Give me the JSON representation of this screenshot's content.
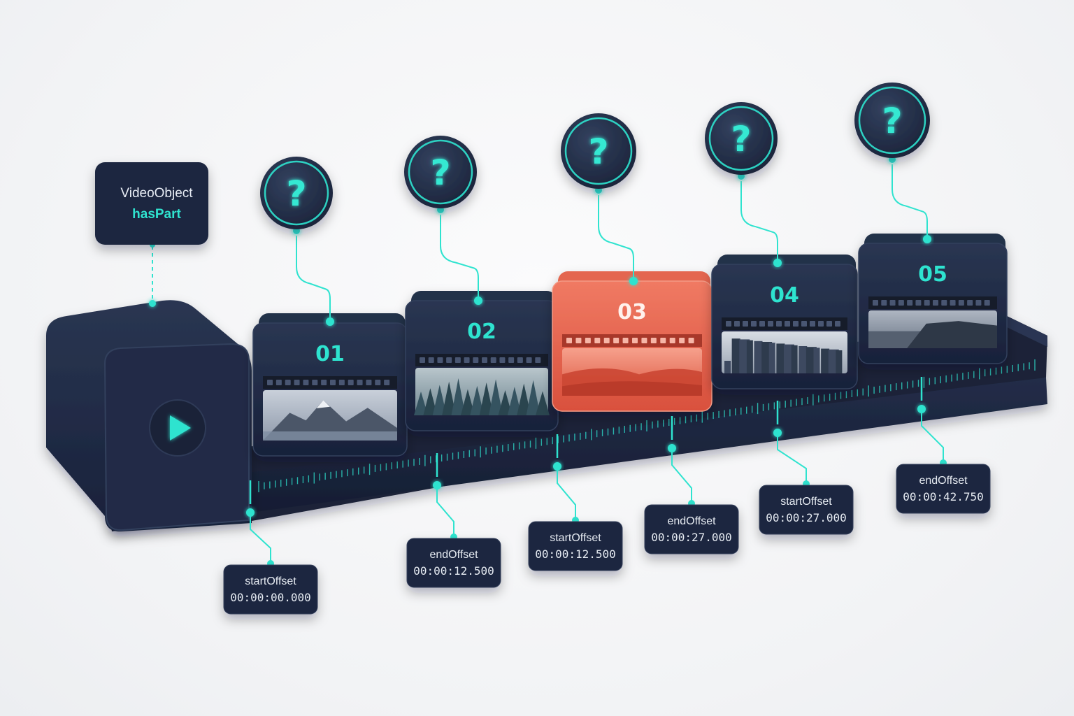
{
  "video_object": {
    "type_label": "VideoObject",
    "property_label": "hasPart"
  },
  "play_icon": "play-icon",
  "question_icon": "question-mark-icon",
  "clips": [
    {
      "number": "01",
      "scene": "mountains",
      "highlighted": false
    },
    {
      "number": "02",
      "scene": "forest",
      "highlighted": false
    },
    {
      "number": "03",
      "scene": "desert",
      "highlighted": true
    },
    {
      "number": "04",
      "scene": "city",
      "highlighted": false
    },
    {
      "number": "05",
      "scene": "coast",
      "highlighted": false
    }
  ],
  "offsets": [
    {
      "key": "startOffset",
      "value": "00:00:00.000"
    },
    {
      "key": "endOffset",
      "value": "00:00:12.500"
    },
    {
      "key": "startOffset",
      "value": "00:00:12.500"
    },
    {
      "key": "endOffset",
      "value": "00:00:27.000"
    },
    {
      "key": "startOffset",
      "value": "00:00:27.000"
    },
    {
      "key": "endOffset",
      "value": "00:00:42.750"
    }
  ],
  "colors": {
    "navy": "#1f2a44",
    "navy_dark": "#151d33",
    "teal": "#2fe3cf",
    "highlight": "#e8604c",
    "background": "#f4f5f7"
  }
}
